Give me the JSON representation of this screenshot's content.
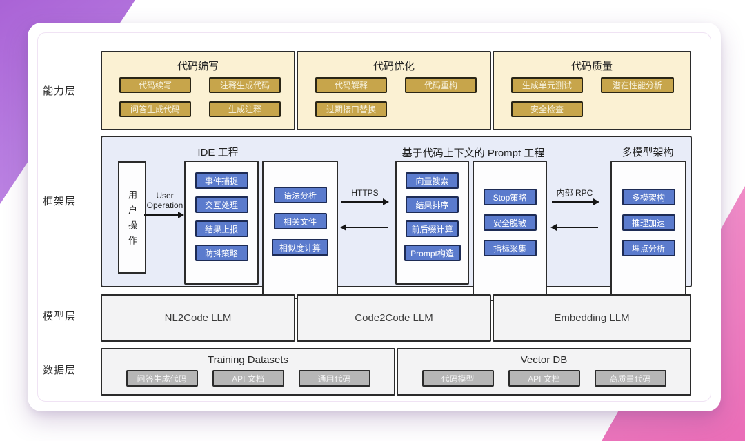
{
  "colors": {
    "corner_purple": "#b77ce0",
    "corner_pink": "#ee7fc1",
    "capability_panel_bg": "#fbf1d3",
    "capability_button_bg": "#c7a54b",
    "framework_panel_bg": "#e8ecf8",
    "framework_button_bg": "#5b7bcd",
    "model_box_bg": "#f3f3f4",
    "data_button_bg": "#b6b6b6",
    "border_dark": "#2b2b2b"
  },
  "layer_labels": {
    "capability": "能力层",
    "framework": "框架层",
    "model": "模型层",
    "data": "数据层"
  },
  "capability": {
    "panels": [
      {
        "title": "代码编写",
        "buttons": [
          "代码续写",
          "注释生成代码",
          "问答生成代码",
          "生成注释"
        ]
      },
      {
        "title": "代码优化",
        "buttons": [
          "代码解释",
          "代码重构",
          "过期接口替换"
        ]
      },
      {
        "title": "代码质量",
        "buttons": [
          "生成单元测试",
          "潜在性能分析",
          "安全检查"
        ]
      }
    ]
  },
  "framework": {
    "section_titles": {
      "ide": "IDE 工程",
      "prompt": "基于代码上下文的 Prompt 工程",
      "multi_model": "多模型架构"
    },
    "user_box": "用户操作",
    "arrow_labels": {
      "user_operation": "User Operation",
      "https": "HTTPS",
      "internal_rpc": "内部 RPC"
    },
    "boxes": {
      "ide_plugin": [
        "事件捕捉",
        "交互处理",
        "结果上报",
        "防抖策略"
      ],
      "code_analysis": [
        "语法分析",
        "相关文件",
        "相似度计算"
      ],
      "prompt_build": [
        "向量搜索",
        "结果排序",
        "前后缀计算",
        "Prompt构造"
      ],
      "post_process": [
        "Stop策略",
        "安全脱敏",
        "指标采集"
      ],
      "multi_model": [
        "多模架构",
        "推理加速",
        "埋点分析"
      ]
    }
  },
  "model": {
    "boxes": [
      "NL2Code LLM",
      "Code2Code LLM",
      "Embedding LLM"
    ]
  },
  "data": {
    "groups": [
      {
        "title": "Training Datasets",
        "buttons": [
          "问答生成代码",
          "API 文档",
          "通用代码"
        ]
      },
      {
        "title": "Vector DB",
        "buttons": [
          "代码模型",
          "API 文档",
          "高质量代码"
        ]
      }
    ]
  }
}
